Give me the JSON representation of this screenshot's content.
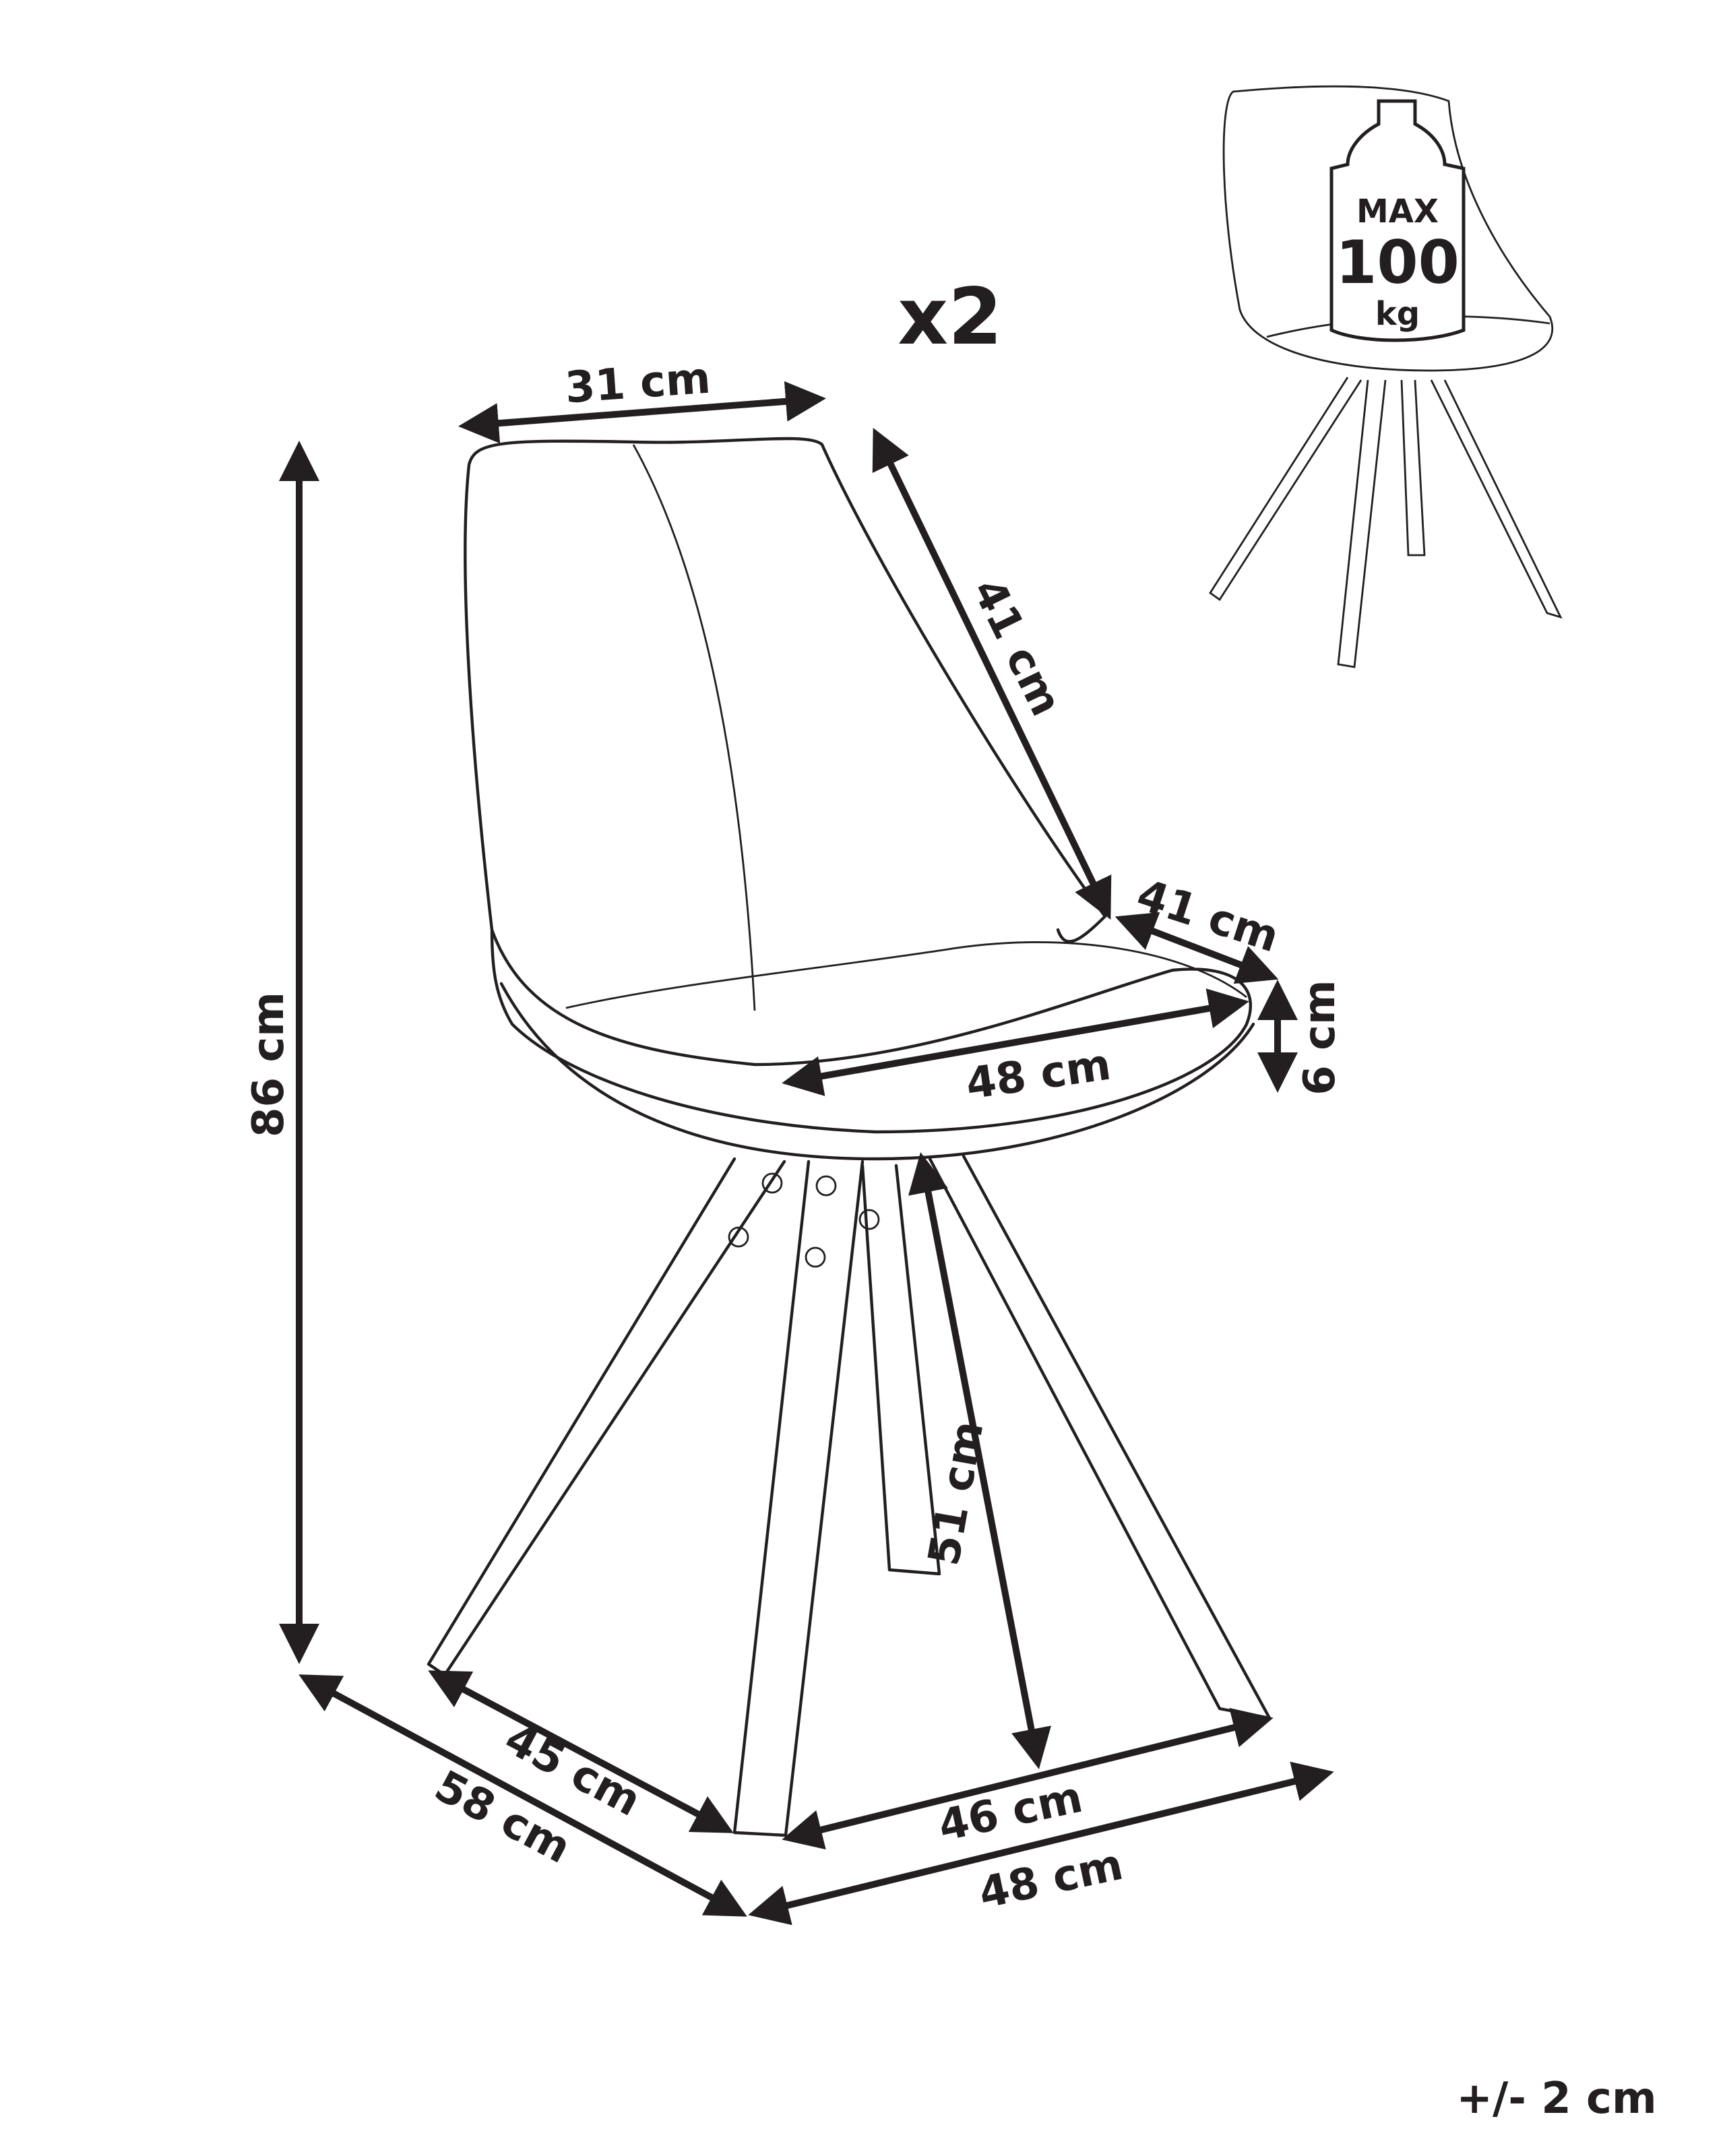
{
  "quantity": "x2",
  "tolerance": "+/- 2 cm",
  "max_load": {
    "line1": "MAX",
    "line2": "100",
    "line3": "kg"
  },
  "dimensions": {
    "backrest_width": "31 cm",
    "backrest_height": "41 cm",
    "seat_depth": "41 cm",
    "seat_thickness": "6 cm",
    "seat_width": "48 cm",
    "total_height": "86 cm",
    "seat_height": "51 cm",
    "leg_span_side": "45 cm",
    "total_depth": "58 cm",
    "leg_span_front": "46 cm",
    "total_width": "48 cm"
  },
  "colors": {
    "line": "#231f20",
    "background": "#ffffff"
  }
}
